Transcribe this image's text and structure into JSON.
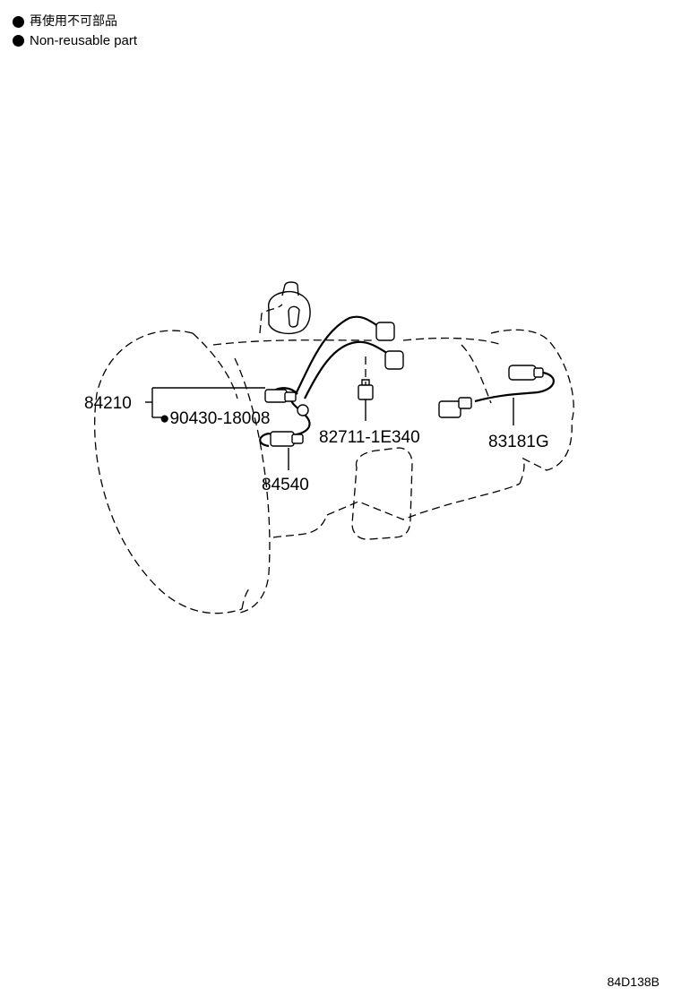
{
  "legend": {
    "items": [
      {
        "text_jp": "再使用不可部品"
      },
      {
        "text_en": "Non-reusable part"
      }
    ]
  },
  "parts": {
    "p84210": "84210",
    "p90430": "●90430-18008",
    "p82711": "82711-1E340",
    "p83181": "83181G",
    "p84540": "84540"
  },
  "diagram_code": "84D138B"
}
